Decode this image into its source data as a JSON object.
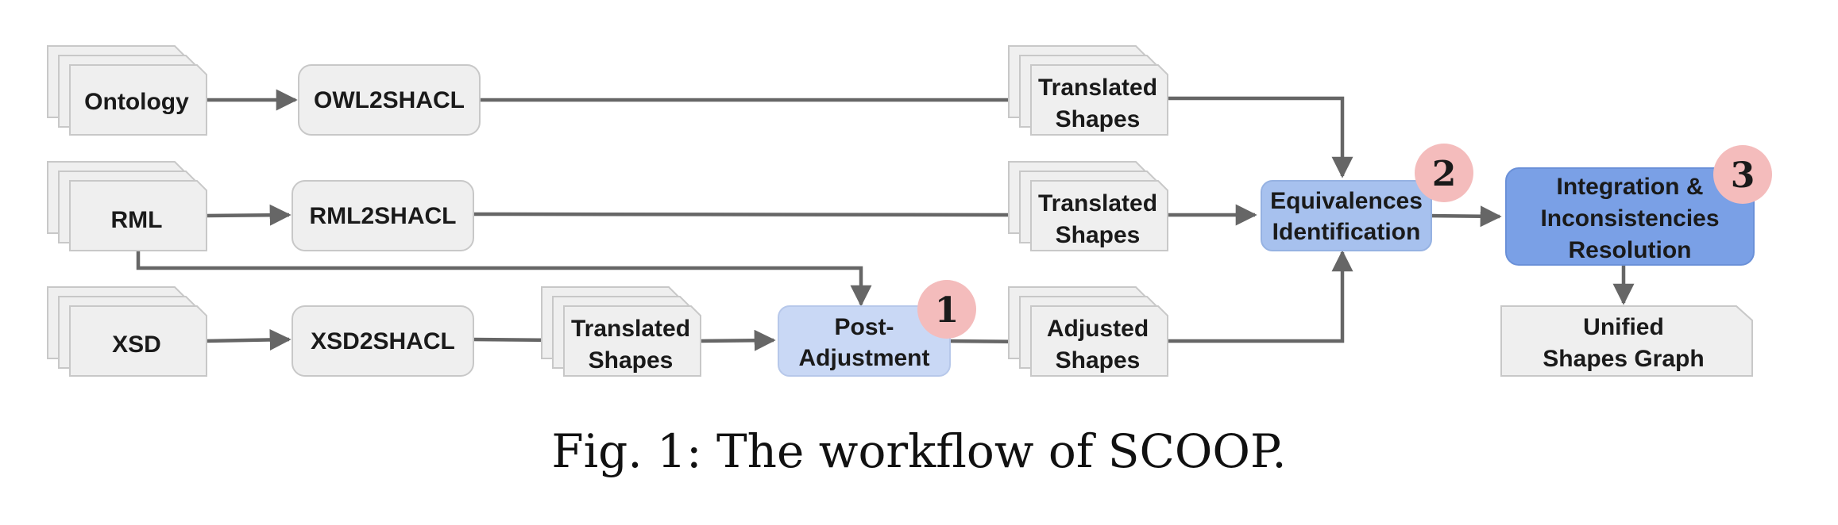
{
  "diagram": {
    "sources": {
      "ontology": "Ontology",
      "rml": "RML",
      "xsd": "XSD"
    },
    "translators": {
      "owl2shacl": "OWL2SHACL",
      "rml2shacl": "RML2SHACL",
      "xsd2shacl": "XSD2SHACL"
    },
    "shape_sets": {
      "xsd_translated": [
        "Translated",
        "Shapes"
      ],
      "owl_translated": [
        "Translated",
        "Shapes"
      ],
      "rml_translated": [
        "Translated",
        "Shapes"
      ],
      "adjusted": [
        "Adjusted",
        "Shapes"
      ]
    },
    "steps": {
      "post_adjustment": {
        "lines": [
          "Post-",
          "Adjustment"
        ],
        "badge": "1"
      },
      "equivalences": {
        "lines": [
          "Equivalences",
          "Identification"
        ],
        "badge": "2"
      },
      "integration": {
        "lines": [
          "Integration &",
          "Inconsistencies",
          "Resolution"
        ],
        "badge": "3"
      }
    },
    "output": {
      "lines": [
        "Unified",
        "Shapes Graph"
      ]
    },
    "colors": {
      "doc_fill": "#efefef",
      "doc_stroke": "#c8c8c8",
      "arrow": "#666666",
      "step_light": "#c9d8f5",
      "step_mid": "#a7c1ee",
      "step_dark": "#7aa0e6",
      "badge": "#f4bcbc"
    }
  },
  "caption": "Fig. 1: The workflow of SCOOP."
}
